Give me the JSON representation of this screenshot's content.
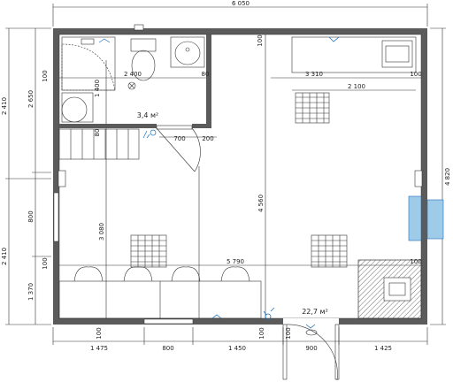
{
  "dimensions": {
    "total_width": "6 050",
    "total_height": "4 820",
    "left_outer_top": "2 410",
    "left_outer_bottom": "2 410",
    "left_inner_top": "2 650",
    "left_inner_mid": "800",
    "left_inner_bottom": "1 370",
    "bottom_1": "1 475",
    "bottom_2": "800",
    "bottom_3": "1 450",
    "bottom_4": "900",
    "bottom_5": "1 425",
    "bath_width": "2 400",
    "bath_height": "1 400",
    "kitchen_width": "3 310",
    "kitchen_offset": "2 100",
    "door_width": "700",
    "door_jamb": "200",
    "room_height": "4 560",
    "room_width": "5 790",
    "wall_lower_left": "3 080",
    "partition_1": "100",
    "partition_2": "100",
    "partition_3": "80",
    "partition_4": "100",
    "partition_5": "100",
    "partition_6": "100",
    "partition_7": "80",
    "partition_8": "100",
    "partition_9": "100",
    "partition_10": "100"
  },
  "areas": {
    "bathroom": "3,4 м²",
    "main_room": "22,7 м²"
  },
  "colors": {
    "wall": "#5b5b5b",
    "line": "#333333",
    "accent": "#1e6fb8",
    "accent_fill": "#9ecbe8"
  }
}
